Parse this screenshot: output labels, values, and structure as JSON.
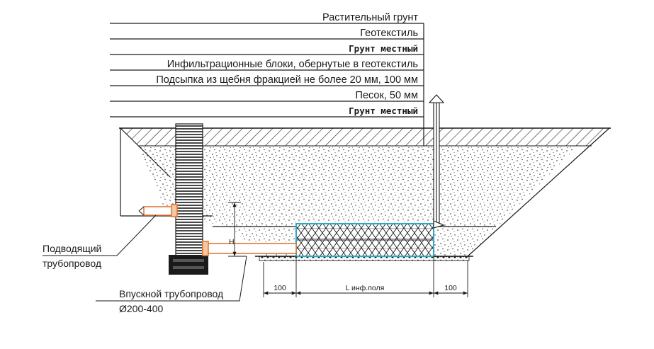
{
  "layers": [
    "Растительный грунт",
    "Геотекстиль",
    "Грунт местный",
    "Инфильтрационные блоки, обернутые в геотекстиль",
    "Подсыпка из щебня фракцией не более 20 мм,  100 мм",
    "Песок,  50 мм",
    "Грунт местный"
  ],
  "callouts": {
    "supply_pipe_line1": "Подводящий",
    "supply_pipe_line2": "трубопровод",
    "inlet_pipe_line1": "Впускной трубопровод",
    "inlet_pipe_line2": "Ø200-400"
  },
  "dimensions": {
    "left_offset": "100",
    "field_length": "L инф.поля",
    "right_offset": "100",
    "height_label": "H"
  },
  "colors": {
    "line": "#1a1a1a",
    "block_outline": "#2aa8c8",
    "pipe": "#e07a35"
  }
}
